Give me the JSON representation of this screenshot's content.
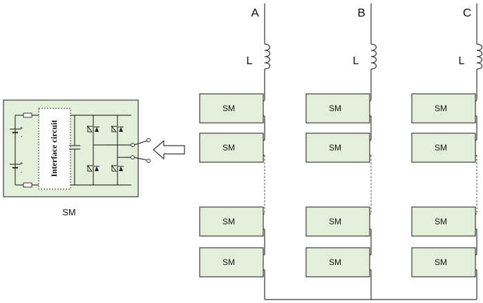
{
  "phases": [
    {
      "label": "A",
      "inductor": "L",
      "modules": [
        "SM",
        "SM",
        "SM",
        "SM"
      ]
    },
    {
      "label": "B",
      "inductor": "L",
      "modules": [
        "SM",
        "SM",
        "SM",
        "SM"
      ]
    },
    {
      "label": "C",
      "inductor": "L",
      "modules": [
        "SM",
        "SM",
        "SM",
        "SM"
      ]
    }
  ],
  "detail": {
    "interface_label": "Interface circuit",
    "caption": "SM",
    "plus_sign": "+",
    "minus_sign": "-"
  },
  "colors": {
    "module_fill": "#e4efda",
    "stroke": "#333333"
  }
}
